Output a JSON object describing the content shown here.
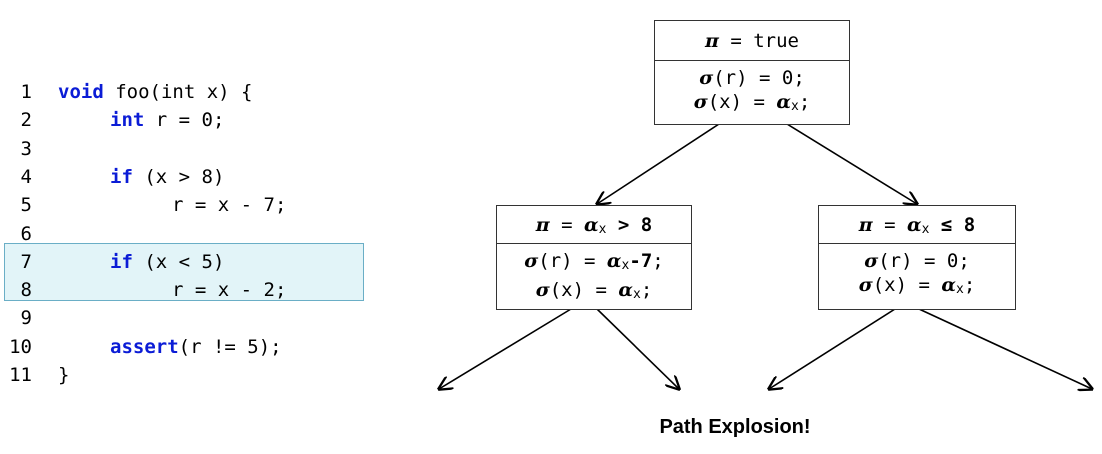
{
  "code": {
    "lines": [
      {
        "no": "1",
        "indent": 0,
        "kw": "void",
        "rest": " foo(int x) {"
      },
      {
        "no": "2",
        "indent": 1,
        "kw": "int",
        "rest": " r = 0;"
      },
      {
        "no": "3",
        "indent": 0,
        "kw": "",
        "rest": ""
      },
      {
        "no": "4",
        "indent": 1,
        "kw": "if",
        "rest": " (x > 8)"
      },
      {
        "no": "5",
        "indent": 2,
        "kw": "",
        "rest": "r = x - 7;"
      },
      {
        "no": "6",
        "indent": 0,
        "kw": "",
        "rest": ""
      },
      {
        "no": "7",
        "indent": 1,
        "kw": "if",
        "rest": " (x < 5)"
      },
      {
        "no": "8",
        "indent": 2,
        "kw": "",
        "rest": "r = x - 2;"
      },
      {
        "no": "9",
        "indent": 0,
        "kw": "",
        "rest": ""
      },
      {
        "no": "10",
        "indent": 1,
        "kw": "assert",
        "rest": "(r != 5);"
      },
      {
        "no": "11",
        "indent": 0,
        "kw": "",
        "rest": "}"
      }
    ],
    "highlighted_lines": [
      "7",
      "8"
    ]
  },
  "tree": {
    "root": {
      "pi": "true",
      "sigma_r": "0",
      "sigma_x": "α",
      "sigma_x_sub": "x"
    },
    "left": {
      "pi_greek": "α",
      "pi_sub": "x",
      "pi_rest": " > 8",
      "sigma_r_greek": "α",
      "sigma_r_sub": "x",
      "sigma_r_rest": "-7",
      "sigma_x": "α",
      "sigma_x_sub": "x"
    },
    "right": {
      "pi_greek": "α",
      "pi_sub": "x",
      "pi_rest": " ≤ 8",
      "sigma_r": "0",
      "sigma_x": "α",
      "sigma_x_sub": "x"
    }
  },
  "caption": "Path Explosion!",
  "colors": {
    "keyword": "#0b1cd6",
    "highlight_fill": "#e2f4f8",
    "highlight_border": "#6aaec6"
  }
}
